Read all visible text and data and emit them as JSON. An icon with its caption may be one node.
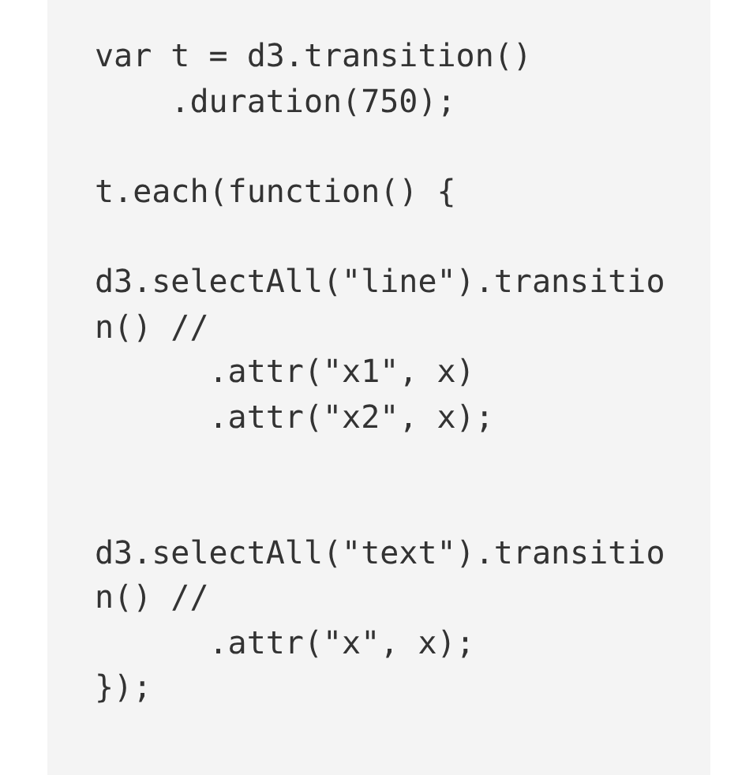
{
  "diagram": {
    "labels": [
      "var t = d3.transition()",
      "    .duration(750);",
      "t.each(function() {",
      "d3.selectAll(\"line\").transition() //",
      "      .attr(\"x1\", x)",
      "      .attr(\"x2\", x);",
      "d3.selectAll(\"text\").transition() //",
      "      .attr(\"x\", x);",
      "});"
    ]
  }
}
